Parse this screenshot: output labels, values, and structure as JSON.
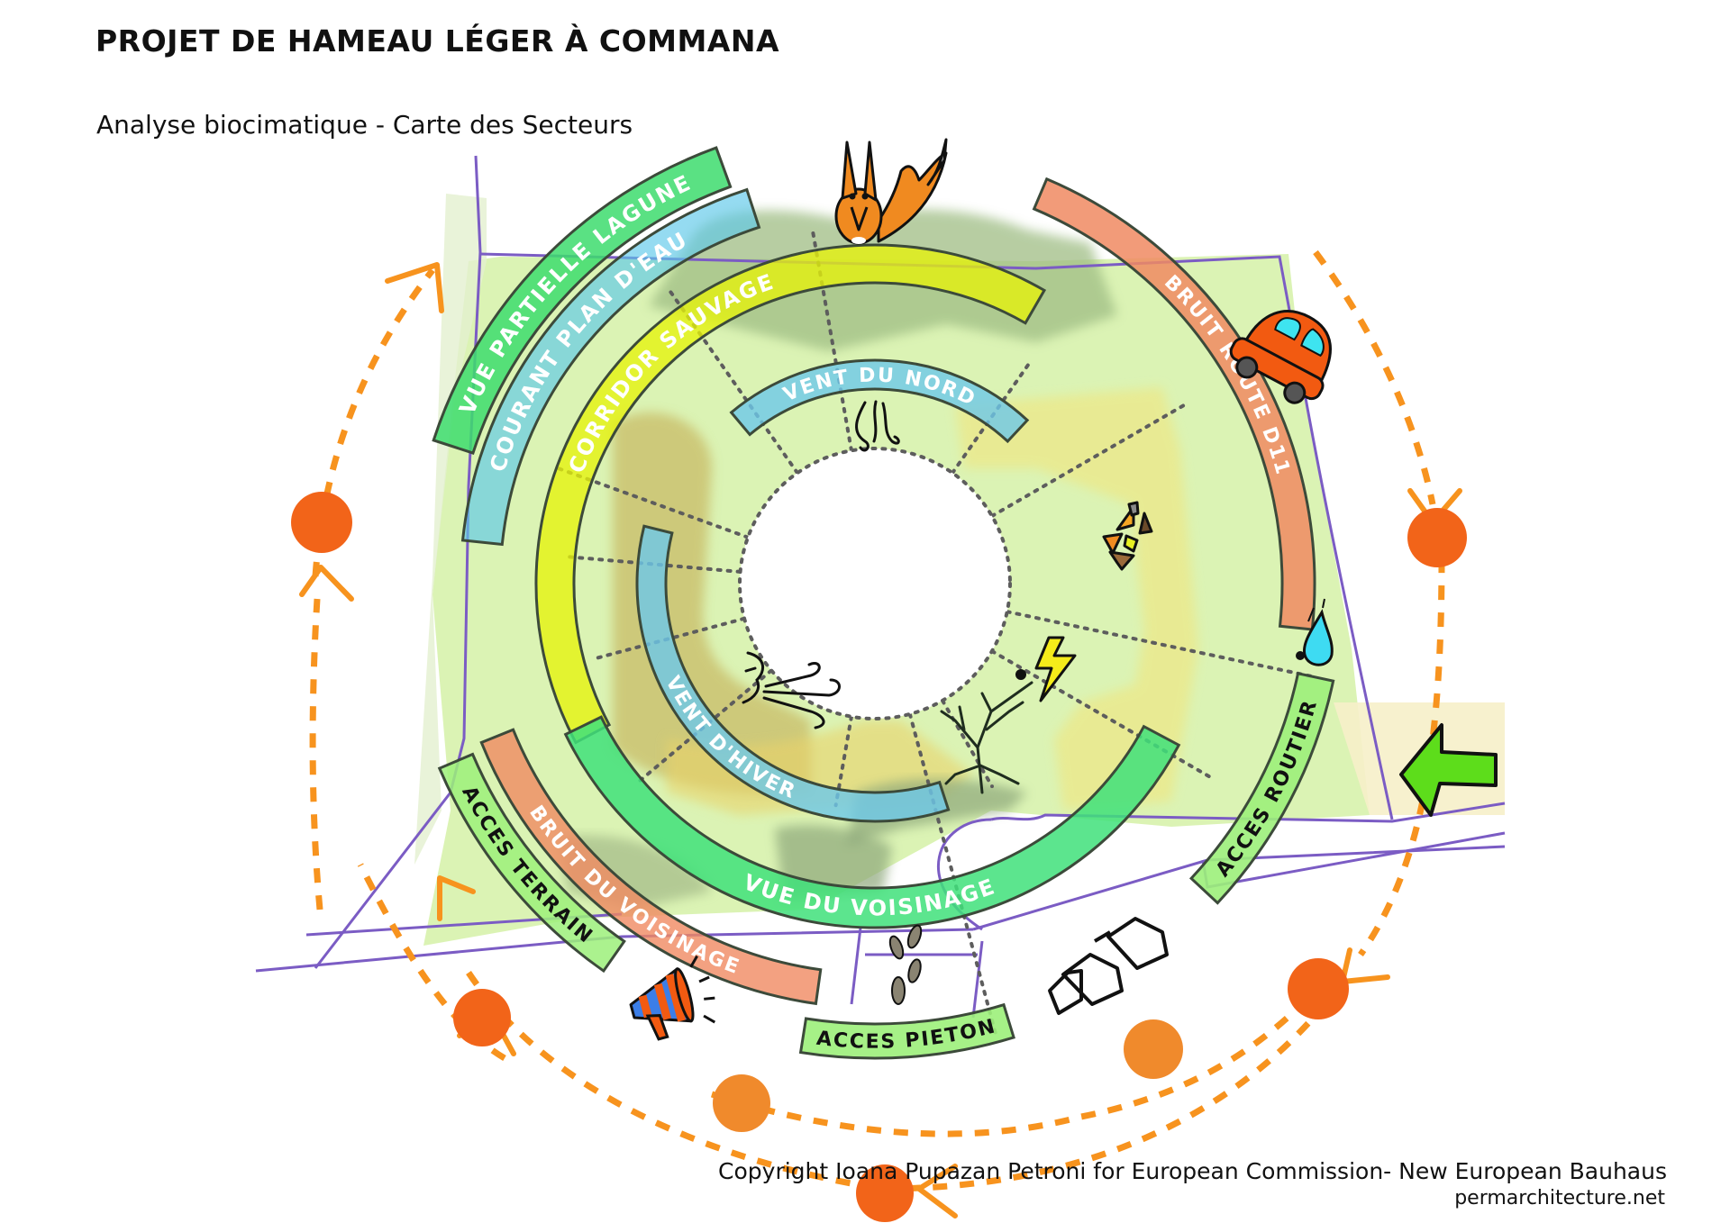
{
  "header": {
    "title": "PROJET DE HAMEAU LÉGER À COMMANA",
    "subtitle": "Analyse biocimatique  - Carte des Secteurs"
  },
  "footer": {
    "copyright": "Copyright Ioana Pupazan Petroni for European Commission- New European Bauhaus",
    "website": "permarchitecture.net"
  },
  "colors": {
    "background_land": "#d9f2b0",
    "boundary_line": "#7b5cc4",
    "sun_path": "#f7931e",
    "sun_dot": "#f26419",
    "sun_dot_light": "#f08a2c",
    "dotted_line": "#5d5d5d",
    "access_arrow": "#5ddd1b"
  },
  "sectors": [
    {
      "id": "vue-partielle-lagune",
      "label": "VUE PARTIELLE LAGUNE",
      "fill": "#3ddc6d",
      "text": "#ffffff"
    },
    {
      "id": "courant-plan-deau",
      "label": "COURANT PLAN D'EAU",
      "fill": "#5cc7ea",
      "text": "#ffffff"
    },
    {
      "id": "corridor-sauvage",
      "label": "CORRIDOR SAUVAGE",
      "fill": "#e6f20a",
      "text": "#ffffff"
    },
    {
      "id": "vent-du-nord",
      "label": "VENT DU NORD",
      "fill": "#6dc8ea",
      "text": "#ffffff"
    },
    {
      "id": "vent-dhiver",
      "label": "VENT D'HIVER",
      "fill": "#6dc8ea",
      "text": "#ffffff"
    },
    {
      "id": "bruit-route-d11",
      "label": "BRUIT ROUTE D11",
      "fill": "#f08a62",
      "text": "#ffffff"
    },
    {
      "id": "vue-du-voisinage",
      "label": "VUE DU VOISINAGE",
      "fill": "#3fe07a",
      "text": "#ffffff"
    },
    {
      "id": "bruit-du-voisinage",
      "label": "BRUIT DU VOISINAGE",
      "fill": "#f08a62",
      "text": "#ffffff"
    },
    {
      "id": "acces-terrain",
      "label": "ACCES TERRAIN",
      "fill": "#9cf07a",
      "text": "#111111"
    },
    {
      "id": "acces-pieton",
      "label": "ACCES PIETON",
      "fill": "#9cf07a",
      "text": "#111111"
    },
    {
      "id": "acces-routier",
      "label": "ACCES ROUTIER",
      "fill": "#9cf07a",
      "text": "#111111"
    }
  ],
  "icons": [
    {
      "name": "squirrel-icon"
    },
    {
      "name": "car-icon"
    },
    {
      "name": "water-drop-icon"
    },
    {
      "name": "lightning-icon"
    },
    {
      "name": "dead-tree-icon"
    },
    {
      "name": "wind-face-icon"
    },
    {
      "name": "north-wind-swirl-icon"
    },
    {
      "name": "rock-debris-icon"
    },
    {
      "name": "megaphone-icon"
    },
    {
      "name": "footprints-icon"
    },
    {
      "name": "houses-icon"
    },
    {
      "name": "access-arrow-icon"
    }
  ]
}
